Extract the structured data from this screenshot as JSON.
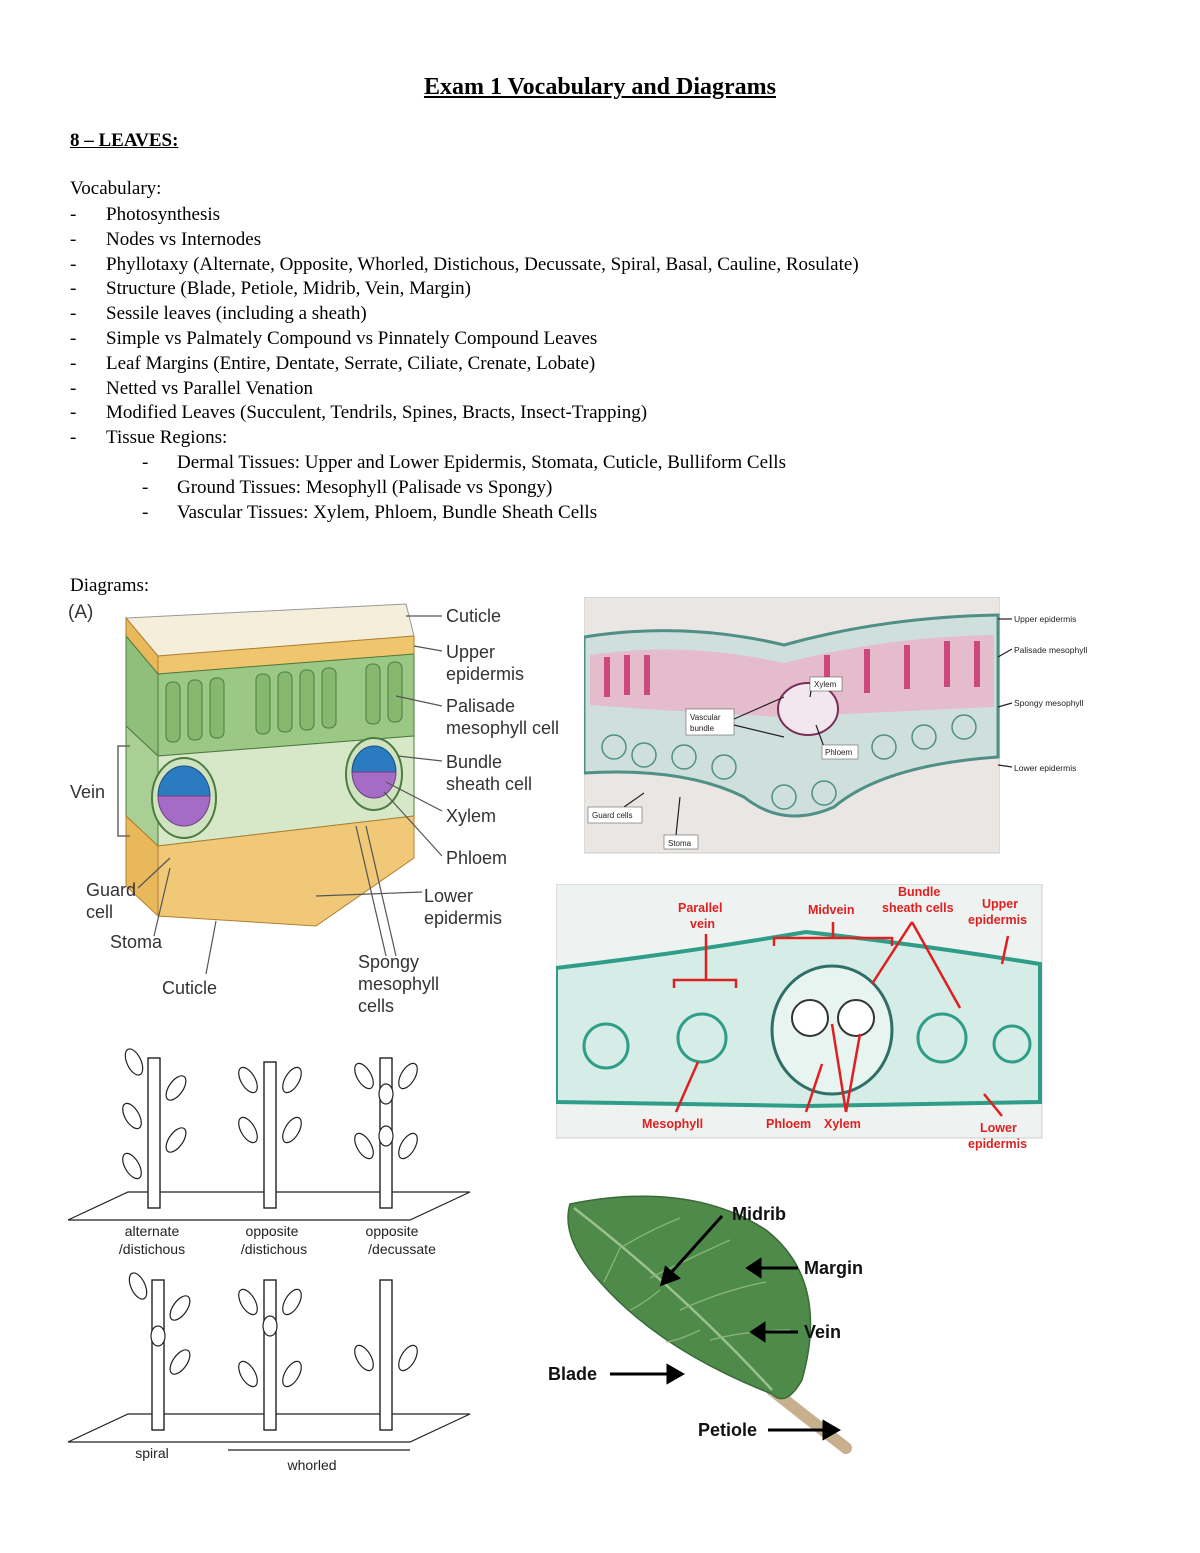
{
  "document": {
    "title": "Exam 1 Vocabulary and Diagrams",
    "section": "8 – LEAVES:",
    "vocab_label": "Vocabulary:",
    "vocab_items": [
      "Photosynthesis",
      "Nodes vs Internodes",
      "Phyllotaxy (Alternate, Opposite, Whorled, Distichous, Decussate, Spiral, Basal, Cauline, Rosulate)",
      "Structure (Blade, Petiole, Midrib, Vein, Margin)",
      "Sessile leaves (including a sheath)",
      "Simple vs Palmately Compound vs Pinnately Compound Leaves",
      "Leaf Margins (Entire, Dentate, Serrate, Ciliate, Crenate, Lobate)",
      "Netted vs Parallel Venation",
      "Modified Leaves (Succulent, Tendrils, Spines, Bracts, Insect-Trapping)",
      "Tissue Regions:"
    ],
    "tissue_sub_items": [
      "Dermal Tissues: Upper and Lower Epidermis, Stomata, Cuticle, Bulliform Cells",
      "Ground Tissues: Mesophyll (Palisade vs Spongy)",
      "Vascular Tissues: Xylem, Phloem, Bundle Sheath Cells"
    ],
    "diagrams_label": "Diagrams:"
  },
  "fig_a": {
    "panel_letter": "(A)",
    "labels": {
      "cuticle_top": "Cuticle",
      "upper_epidermis_1": "Upper",
      "upper_epidermis_2": "epidermis",
      "palisade_1": "Palisade",
      "palisade_2": "mesophyll cell",
      "bundle_sheath_1": "Bundle",
      "bundle_sheath_2": "sheath cell",
      "xylem": "Xylem",
      "phloem": "Phloem",
      "lower_epidermis_1": "Lower",
      "lower_epidermis_2": "epidermis",
      "spongy_1": "Spongy",
      "spongy_2": "mesophyll",
      "spongy_3": "cells",
      "vein": "Vein",
      "guard_cell_1": "Guard",
      "guard_cell_2": "cell",
      "stoma": "Stoma",
      "cuticle_bottom": "Cuticle"
    }
  },
  "micrograph_1": {
    "labels": {
      "upper_epidermis": "Upper epidermis",
      "palisade": "Palisade mesophyll",
      "spongy": "Spongy mesophyll",
      "lower_epidermis": "Lower epidermis",
      "xylem": "Xylem",
      "vascular_1": "Vascular",
      "vascular_2": "bundle",
      "phloem": "Phloem",
      "guard_cells": "Guard cells",
      "stoma": "Stoma"
    }
  },
  "micrograph_2": {
    "labels": {
      "parallel_1": "Parallel",
      "parallel_2": "vein",
      "midvein": "Midvein",
      "bundle_1": "Bundle",
      "bundle_2": "sheath cells",
      "upper_1": "Upper",
      "upper_2": "epidermis",
      "mesophyll": "Mesophyll",
      "phloem": "Phloem",
      "xylem": "Xylem",
      "lower_1": "Lower",
      "lower_2": "epidermis"
    }
  },
  "phyllotaxy": {
    "alternate_1": "alternate",
    "alternate_2": "/distichous",
    "opposite_dist_1": "opposite",
    "opposite_dist_2": "/distichous",
    "opposite_dec_1": "opposite",
    "opposite_dec_2": "/decussate",
    "spiral": "spiral",
    "whorled": "whorled"
  },
  "leaf": {
    "midrib": "Midrib",
    "margin": "Margin",
    "vein": "Vein",
    "blade": "Blade",
    "petiole": "Petiole"
  },
  "colors": {
    "micro_label_red": "#e02020",
    "leaf_green": "#4e8a4a",
    "palisade_green": "#8fbf7a",
    "epidermis_tan": "#e9b85a",
    "xylem_blue": "#2a7bbf",
    "phloem_purple": "#a46cc4"
  }
}
